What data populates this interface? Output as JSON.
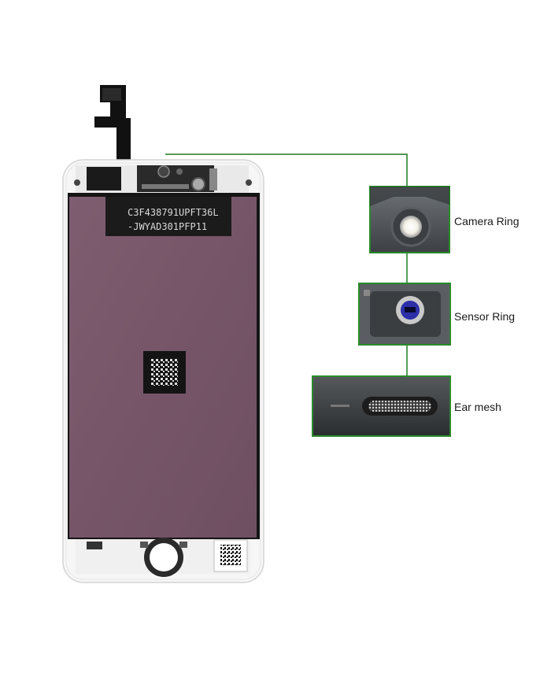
{
  "product": {
    "serial_line_1": "C3F438791UPFT36L",
    "serial_line_2": "-JWYAD301PFP11"
  },
  "callouts": [
    {
      "id": "camera-ring",
      "label": "Camera Ring"
    },
    {
      "id": "sensor-ring",
      "label": "Sensor Ring"
    },
    {
      "id": "ear-mesh",
      "label": "Ear mesh"
    }
  ],
  "colors": {
    "connector_line": "#1f7a1f",
    "panel_backing": "#7b5a6c",
    "frame": "#f4f4f4",
    "black_border": "#151515"
  }
}
